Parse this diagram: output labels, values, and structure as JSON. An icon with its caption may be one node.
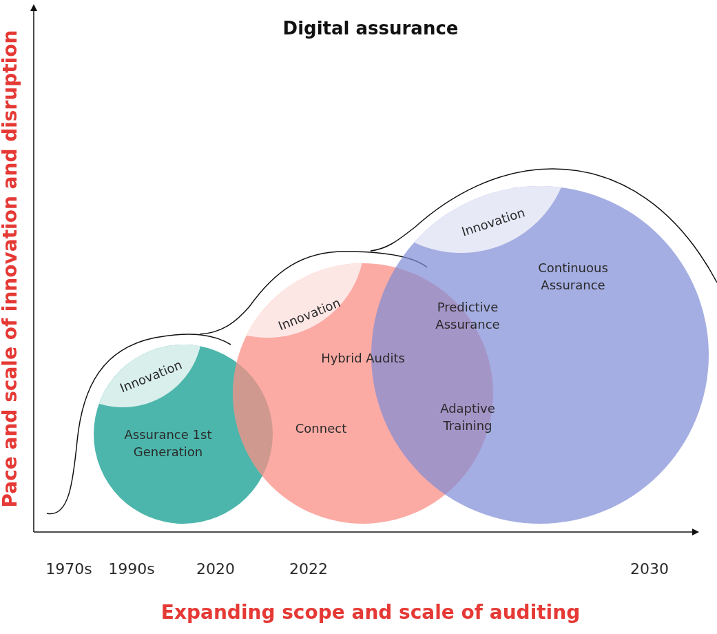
{
  "diagram": {
    "title": "Digital assurance",
    "nodes": [
      {
        "text": [
          "Assurance 1st Generation"
        ]
      },
      {
        "text": [
          "Innovation"
        ],
        "in": 0
      },
      {
        "text": [
          "Hybrid Audits",
          "Connect"
        ]
      },
      {
        "text": [
          "Innovation"
        ],
        "in": 2
      },
      {
        "text": [
          "Continuous Assurance"
        ]
      },
      {
        "text": [
          "Innovation"
        ],
        "in": 4
      }
    ],
    "labels": [
      "Predictive Assurance",
      "Adaptive Training",
      "Pace and scale of innovation and disruption",
      "1970s",
      "1990s",
      "2020",
      "2022",
      "2030",
      "Expanding scope and scale of auditing"
    ]
  }
}
